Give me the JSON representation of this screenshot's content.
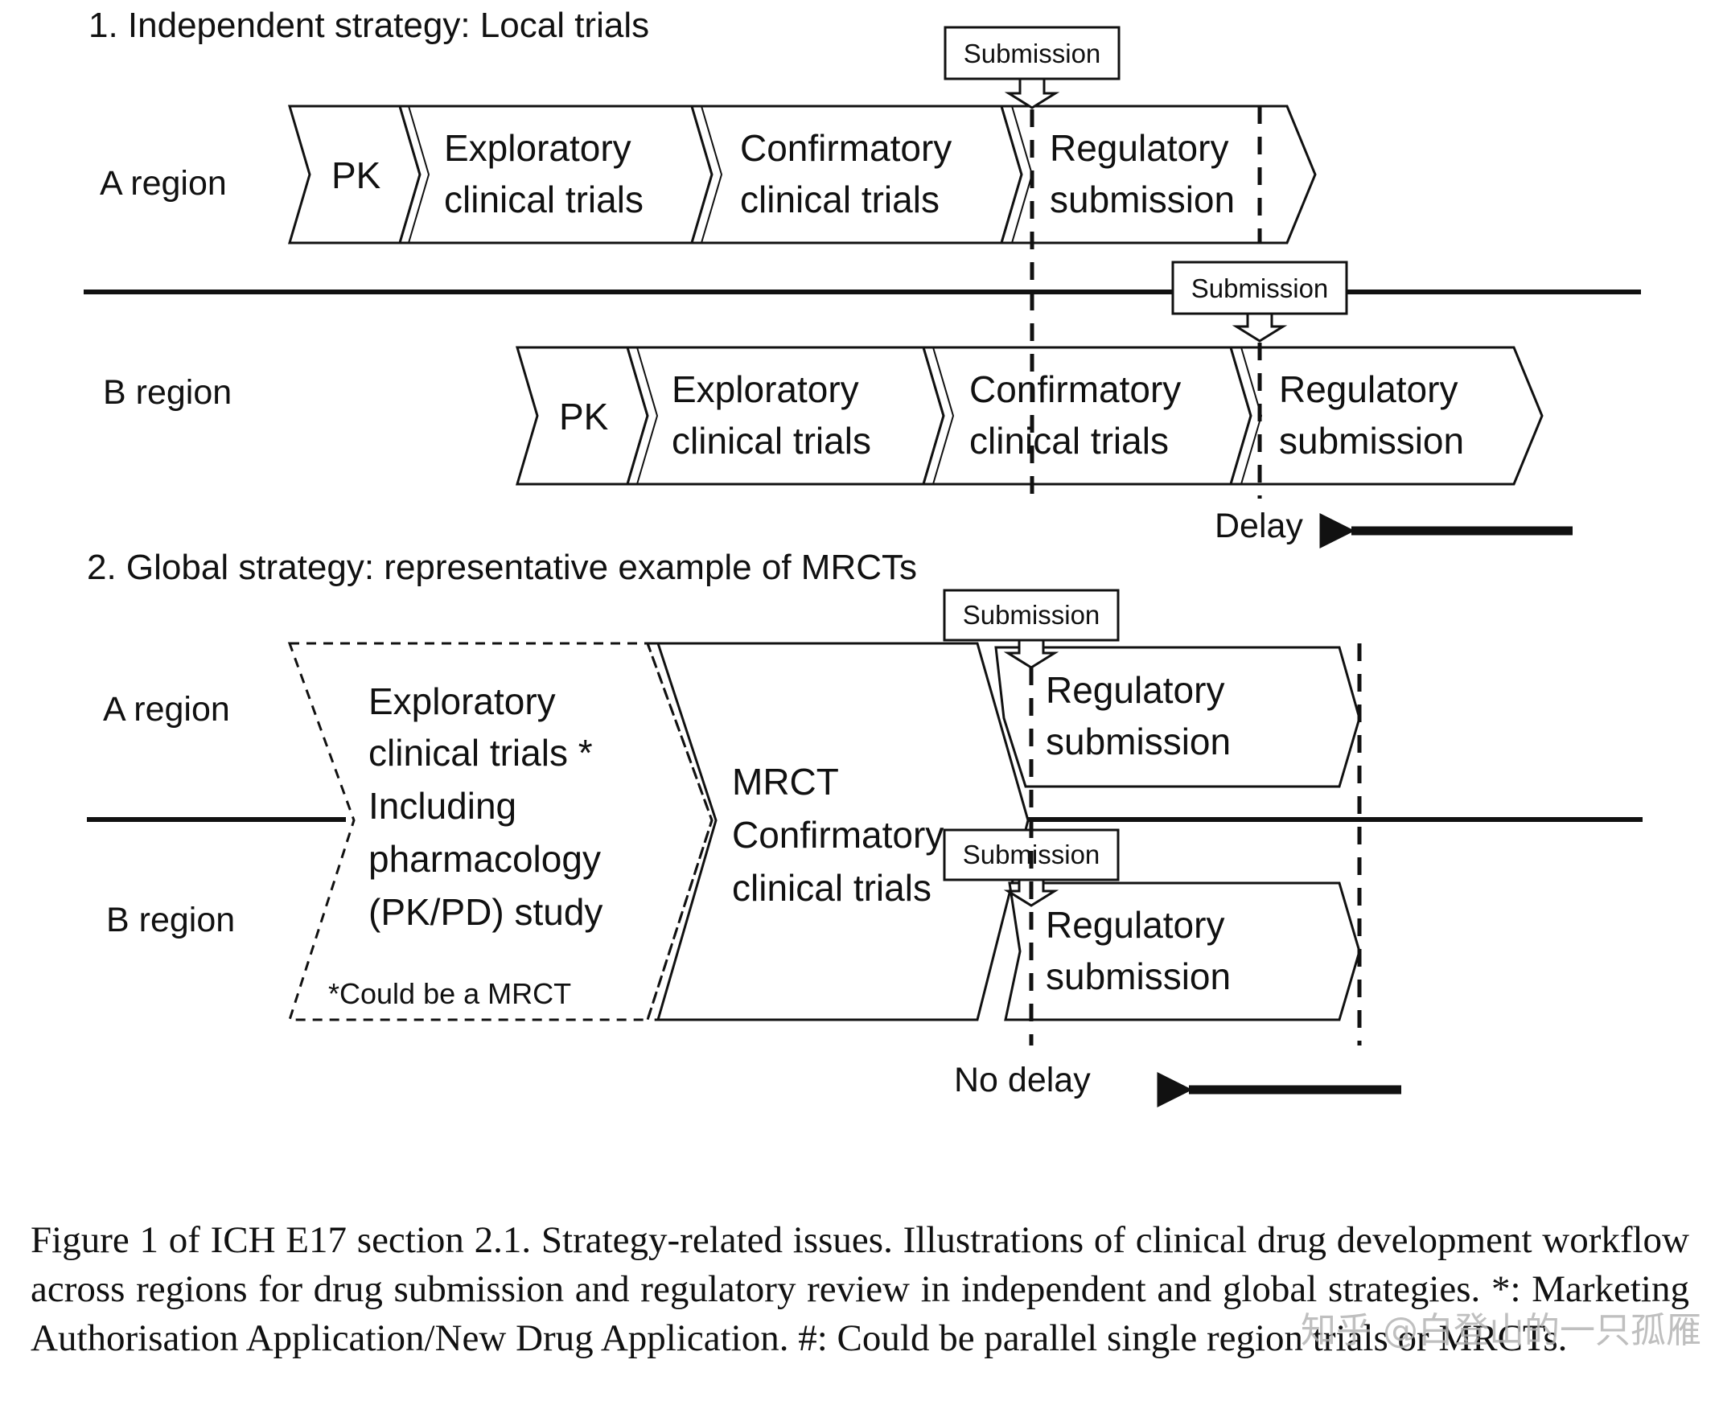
{
  "section1": {
    "title": "1. Independent strategy: Local trials",
    "a_region": "A region",
    "b_region": "B region",
    "a_pk": "PK",
    "a_exploratory": [
      "Exploratory",
      "clinical trials"
    ],
    "a_confirmatory": [
      "Confirmatory",
      "clinical trials"
    ],
    "a_regulatory": [
      "Regulatory",
      "submission"
    ],
    "a_submission": "Submission",
    "b_pk": "PK",
    "b_exploratory": [
      "Exploratory",
      "clinical trials"
    ],
    "b_confirmatory": [
      "Confirmatory",
      "clinical trials"
    ],
    "b_regulatory": [
      "Regulatory",
      "submission"
    ],
    "b_submission": "Submission",
    "delay": "Delay"
  },
  "section2": {
    "title": "2. Global strategy: representative example of MRCTs",
    "a_region": "A region",
    "b_region": "B region",
    "exploratory": [
      "Exploratory",
      "clinical trials *",
      "Including",
      "pharmacology",
      "(PK/PD) study"
    ],
    "footnote": "*Could be a MRCT",
    "mrct": [
      "MRCT",
      "Confirmatory",
      "clinical trials"
    ],
    "a_submission": "Submission",
    "a_regulatory": [
      "Regulatory",
      "submission"
    ],
    "b_submission": "Submission",
    "b_regulatory": [
      "Regulatory",
      "submission"
    ],
    "no_delay": "No delay"
  },
  "caption": "Figure 1 of ICH E17 section 2.1. Strategy-related issues. Illustrations of clinical drug development workflow across regions for drug submission and regulatory review in independent and global strategies. *: Marketing Authorisation Application/New Drug Application. #: Could be parallel single region trials or MRCTs.",
  "watermark": "知乎 @白登山的一只孤雁"
}
